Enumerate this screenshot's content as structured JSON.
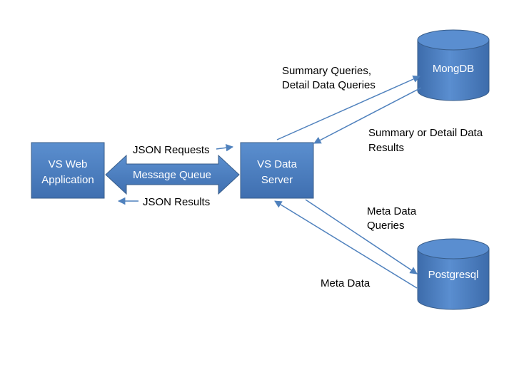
{
  "nodes": {
    "web_app": {
      "line1": "VS Web",
      "line2": "Application"
    },
    "data_server": {
      "line1": "VS Data",
      "line2": "Server"
    },
    "mongodb": {
      "label": "MongDB"
    },
    "postgresql": {
      "label": "Postgresql"
    }
  },
  "edges": {
    "message_queue": "Message Queue",
    "json_requests": "JSON Requests",
    "json_results": "JSON Results",
    "mongo_query_line1": "Summary Queries,",
    "mongo_query_line2": "Detail Data Queries",
    "mongo_result_line1": "Summary or Detail Data",
    "mongo_result_line2": "Results",
    "pg_query_line1": "Meta Data",
    "pg_query_line2": "Queries",
    "pg_result": "Meta Data"
  },
  "colors": {
    "node_fill": "#4f81bd",
    "node_fill_dark": "#3a6aa6",
    "node_stroke": "#385d8a",
    "arrow": "#4f81bd",
    "text_dark": "#000000",
    "text_light": "#ffffff"
  }
}
